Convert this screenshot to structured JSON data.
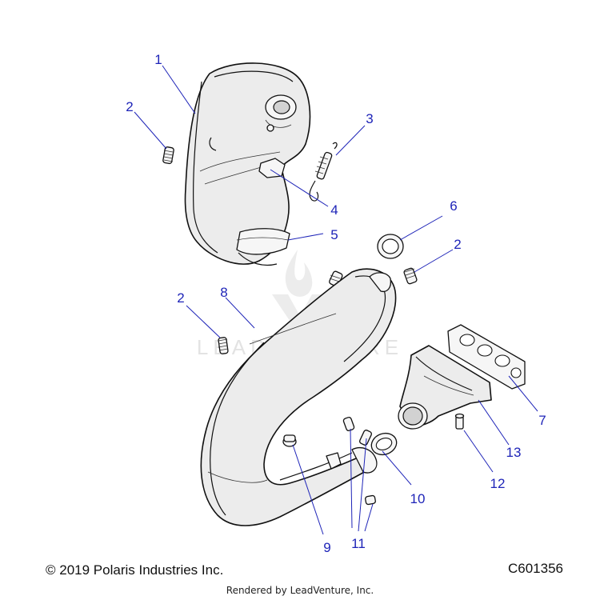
{
  "callouts": {
    "c1": "1",
    "c2a": "2",
    "c2b": "2",
    "c2c": "2",
    "c3": "3",
    "c4": "4",
    "c5": "5",
    "c6": "6",
    "c7": "7",
    "c8": "8",
    "c9": "9",
    "c10": "10",
    "c11": "11",
    "c12": "12",
    "c13": "13"
  },
  "watermark": {
    "text": "LEADVENTURE"
  },
  "footer": {
    "copyright": "© 2019 Polaris Industries Inc.",
    "doc_number": "C601356",
    "rendered_by": "Rendered by LeadVenture, Inc."
  },
  "colors": {
    "callout": "#1e24b8",
    "line": "#111111",
    "part_fill": "#ececec"
  }
}
